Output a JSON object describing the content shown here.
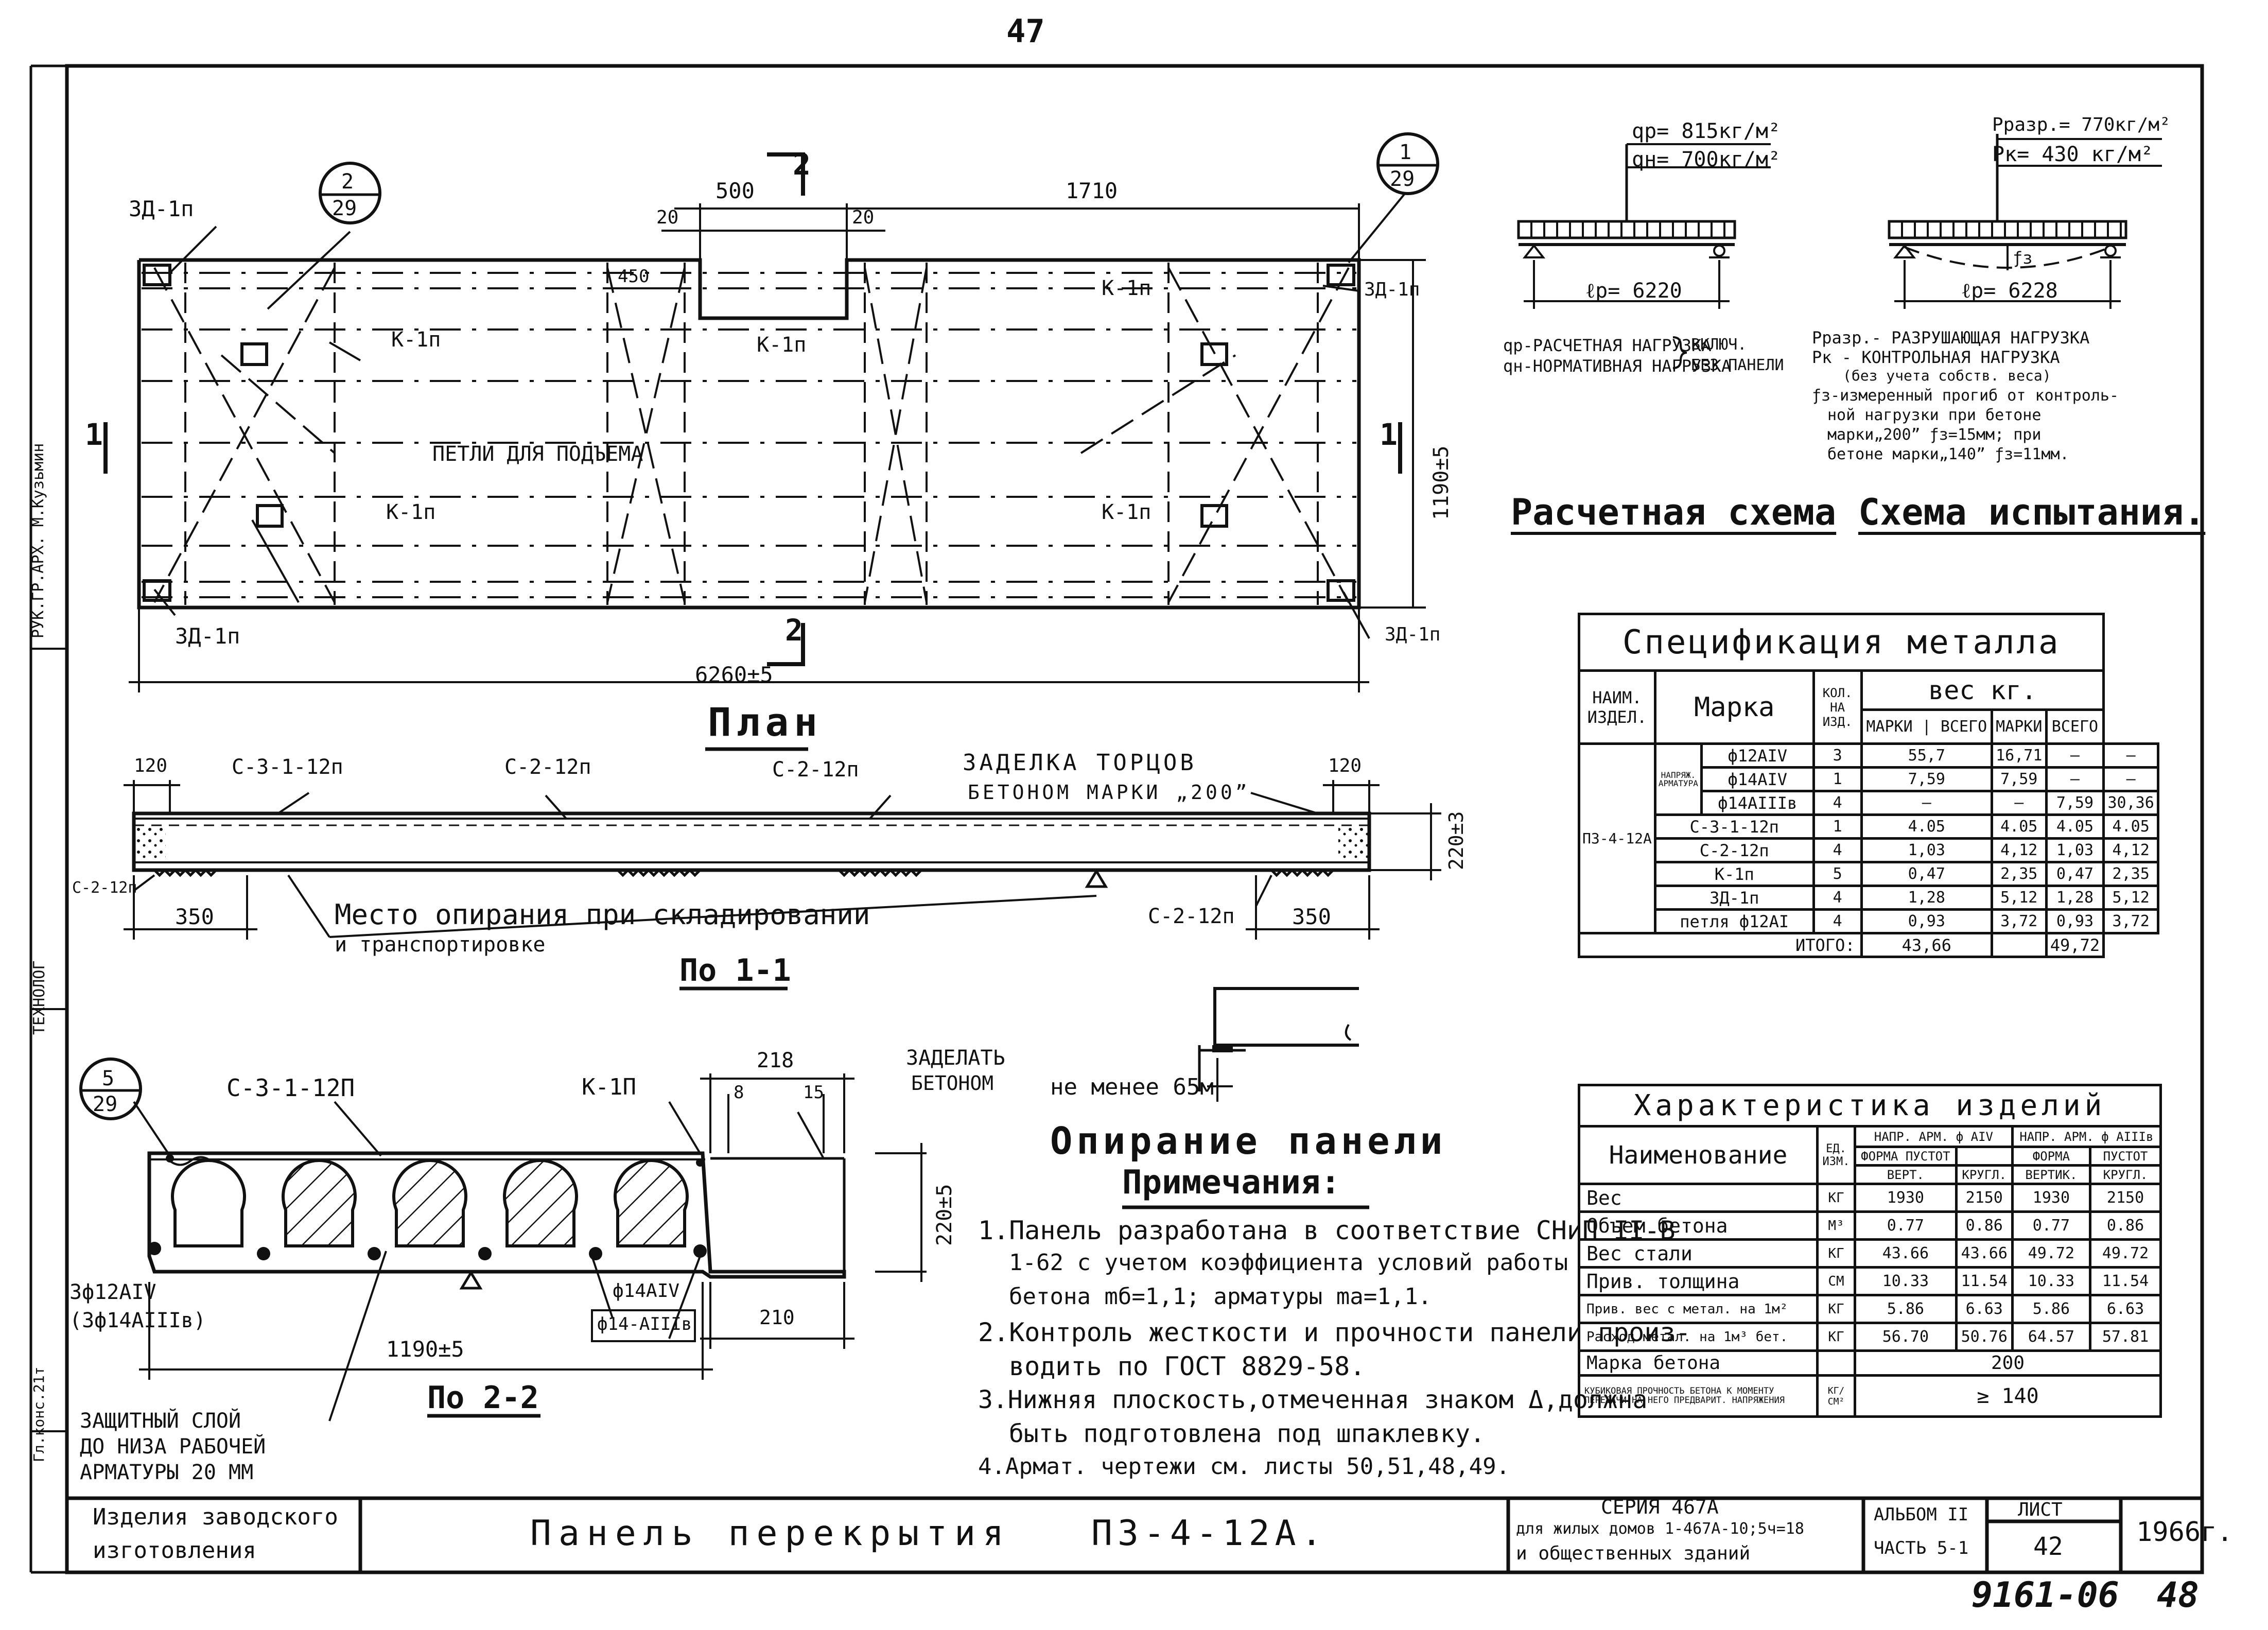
{
  "page_number_top": "47",
  "margin_left": {
    "responsible": "РУК.ГР.АРХ. ",
    "responsible_signature_name": "М.Кузьмин",
    "technologist": "ТЕХНОЛОГ",
    "detail_ref": "Гл.конс.21т"
  },
  "plan": {
    "title": "План",
    "dims": {
      "d500": "500",
      "d1710": "1710",
      "d20a": "20",
      "d20b": "20",
      "d450": "450",
      "width": "1190±5",
      "length": "6260±5"
    },
    "labels": {
      "zd1": "3Д-1п",
      "zd2": "3Д-1п",
      "zd3": "3Д-1п",
      "zd4": "3Д-1п",
      "k1": "К-1п",
      "k2": "К-1п",
      "k3": "К-1п",
      "k4": "К-1п",
      "k5": "К-1п",
      "loops": "ПЕТЛИ ДЛЯ ПОДЪЕМА",
      "section1_left": "1",
      "section1_right": "1",
      "section2_top": "2",
      "section2_bottom": "2"
    },
    "callout_left": {
      "num": "2",
      "sheet": "29"
    },
    "callout_right": {
      "num": "1",
      "sheet": "29"
    }
  },
  "section_1_1": {
    "title": "По 1-1",
    "labels": {
      "c3": "С-3-1-12п",
      "c2a": "С-2-12п",
      "c2b": "С-2-12п",
      "c2c": "С-2-12п",
      "c2d": "С-2-12п",
      "seal1": "ЗАДЕЛКА ТОРЦОВ",
      "seal2": "БЕТОНОМ МАРКИ „200”",
      "support1": "Место опирания при складировании",
      "support2": "и транспортировке"
    },
    "dims": {
      "e120a": "120",
      "e120b": "120",
      "e350a": "350",
      "e350b": "350",
      "h": "220±3"
    }
  },
  "section_2_2": {
    "title": "По 2-2",
    "labels": {
      "c3": "С-3-1-12П",
      "k1": "К-1П",
      "fill1": "ЗАДЕЛАТЬ",
      "fill2": "БЕТОНОМ",
      "bars1": "3ф12АIV",
      "bars2": "(3ф14АIIIв)",
      "bar_a": "ф14АIV",
      "bar_b": "ф14-АIIIв",
      "cover1": "ЗАЩИТНЫЙ СЛОЙ",
      "cover2": "ДО НИЗА РАБОЧЕЙ",
      "cover3": "АРМАТУРЫ 20 ММ"
    },
    "dims": {
      "d218": "218",
      "d8": "8",
      "d15": "15",
      "h": "220±5",
      "d210": "210",
      "w": "1190±5"
    },
    "callout": {
      "num": "5",
      "sheet": "29"
    }
  },
  "support": {
    "title": "Опирание панели",
    "note": "не менее 65м"
  },
  "notes": {
    "title": "Примечания:",
    "items": [
      "1.Панель разработана в соответствие СНиП II-В",
      "1-62 с учетом коэффициента условий работы",
      "бетона mб=1,1; арматуры ma=1,1.",
      "2.Контроль жесткости и прочности панели произ-",
      "водить по ГОСТ 8829-58.",
      "3.Нижняя плоскость,отмеченная знаком Δ,должна",
      "быть подготовлена под шпаклевку.",
      "4.Армат. чертежи см. листы 50,51,48,49."
    ]
  },
  "calc_scheme": {
    "title": "Расчетная схема",
    "qp": "qр= 815кг/м²",
    "qn": "qн= 700кг/м²",
    "lp": "ℓр= 6220",
    "legend1": "qр-РАСЧЕТНАЯ НАГРУЗКА",
    "legend2": "qн-НОРМАТИВНАЯ НАГРУЗКА",
    "legend_brace1": "ВКЛЮЧ.",
    "legend_brace2": "БЕЗ ПАНЕЛИ"
  },
  "test_scheme": {
    "title": "Схема испытания.",
    "pr": "Рразр.= 770кг/м²",
    "pk": "Рк= 430 кг/м²",
    "lp": "ℓр= 6228",
    "f3": "ƒз",
    "legend": [
      "Рразр.- РАЗРУШАЮЩАЯ НАГРУЗКА",
      "Рк - КОНТРОЛЬНАЯ НАГРУЗКА",
      "(без учета собств. веса)",
      "ƒз-измеренный прогиб от контроль-",
      "ной нагрузки при бетоне",
      "марки„200” ƒз=15мм; при",
      "бетоне марки„140” ƒз=11мм."
    ]
  },
  "spec_table": {
    "title": "Спецификация металла",
    "headers": {
      "item": "НАИМ. ИЗДЕЛ.",
      "mark": "Марка",
      "qty": "КОЛ. НА ИЗД.",
      "weight": "вес кг.",
      "mark_w": "МАРКИ",
      "total_w": "ВСЕГО",
      "mark_w2": "МАРКИ",
      "total_w2": "ВСЕГО"
    },
    "item_name": "ПЗ-4-12А",
    "group_label": "НАПРЯЖ. АРМАТУРА",
    "rows": [
      {
        "mark": "ф12АIV",
        "qty": "3",
        "m1": "55,7",
        "t1": "16,71",
        "m2": "—",
        "t2": "—"
      },
      {
        "mark": "ф14АIV",
        "qty": "1",
        "m1": "7,59",
        "t1": "7,59",
        "m2": "—",
        "t2": "—"
      },
      {
        "mark": "ф14АIIIв",
        "qty": "4",
        "m1": "—",
        "t1": "—",
        "m2": "7,59",
        "t2": "30,36"
      },
      {
        "mark": "С-3-1-12п",
        "qty": "1",
        "m1": "4.05",
        "t1": "4.05",
        "m2": "4.05",
        "t2": "4.05"
      },
      {
        "mark": "С-2-12п",
        "qty": "4",
        "m1": "1,03",
        "t1": "4,12",
        "m2": "1,03",
        "t2": "4,12"
      },
      {
        "mark": "К-1п",
        "qty": "5",
        "m1": "0,47",
        "t1": "2,35",
        "m2": "0,47",
        "t2": "2,35"
      },
      {
        "mark": "3Д-1п",
        "qty": "4",
        "m1": "1,28",
        "t1": "5,12",
        "m2": "1,28",
        "t2": "5,12"
      },
      {
        "mark": "петля ф12АI",
        "qty": "4",
        "m1": "0,93",
        "t1": "3,72",
        "m2": "0,93",
        "t2": "3,72"
      }
    ],
    "total_label": "ИТОГО:",
    "total1": "43,66",
    "total2": "49,72"
  },
  "char_table": {
    "title": "Характеристика изделий",
    "headers": {
      "name": "Наименование",
      "unit": "ЕД. ИЗМ.",
      "g1": "НАПР. АРМ. ф АIV",
      "g2": "НАПР. АРМ. ф АIIIв",
      "f1": "ФОРМА",
      "p1": "ПУСТОТ",
      "f2": "ФОРМА",
      "p2": "ПУСТОТ",
      "v1": "ВЕРТ.",
      "k1": "КРУГЛ.",
      "v2": "ВЕРТИК.",
      "k2": "КРУГЛ."
    },
    "rows": [
      {
        "name": "Вес",
        "unit": "КГ",
        "a": "1930",
        "b": "2150",
        "c": "1930",
        "d": "2150"
      },
      {
        "name": "Объем бетона",
        "unit": "М³",
        "a": "0.77",
        "b": "0.86",
        "c": "0.77",
        "d": "0.86"
      },
      {
        "name": "Вес стали",
        "unit": "КГ",
        "a": "43.66",
        "b": "43.66",
        "c": "49.72",
        "d": "49.72"
      },
      {
        "name": "Прив. толщина",
        "unit": "СМ",
        "a": "10.33",
        "b": "11.54",
        "c": "10.33",
        "d": "11.54"
      },
      {
        "name": "Прив. вес с метал. на 1м²",
        "unit": "КГ",
        "a": "5.86",
        "b": "6.63",
        "c": "5.86",
        "d": "6.63"
      },
      {
        "name": "Расход метал. на 1м³ бет.",
        "unit": "КГ",
        "a": "56.70",
        "b": "50.76",
        "c": "64.57",
        "d": "57.81"
      }
    ],
    "concrete_label": "Марка бетона",
    "concrete_value": "200",
    "strength_label": "КУБИКОВАЯ ПРОЧНОСТЬ БЕТОНА К МОМЕНТУ ПЕРЕДАЧИ НА НЕГО ПРЕДВАРИТ. НАПРЯЖЕНИЯ",
    "strength_unit": "КГ/СМ²",
    "strength_value": "≥ 140"
  },
  "title_block": {
    "left1": "Изделия заводского",
    "left2": "изготовления",
    "title": "Панель перекрытия",
    "code": "ПЗ-4-12А.",
    "series1": "СЕРИЯ 467А",
    "series2": "для жилых домов 1-467А-10;5ч=18",
    "series3": "и общественных зданий",
    "album": "АЛЬБОМ II",
    "part": "ЧАСТЬ 5-1",
    "sheet_label": "ЛИСТ",
    "sheet_no": "42",
    "year": "1966г."
  },
  "bottom_number": "9161-06",
  "bottom_page": "48"
}
